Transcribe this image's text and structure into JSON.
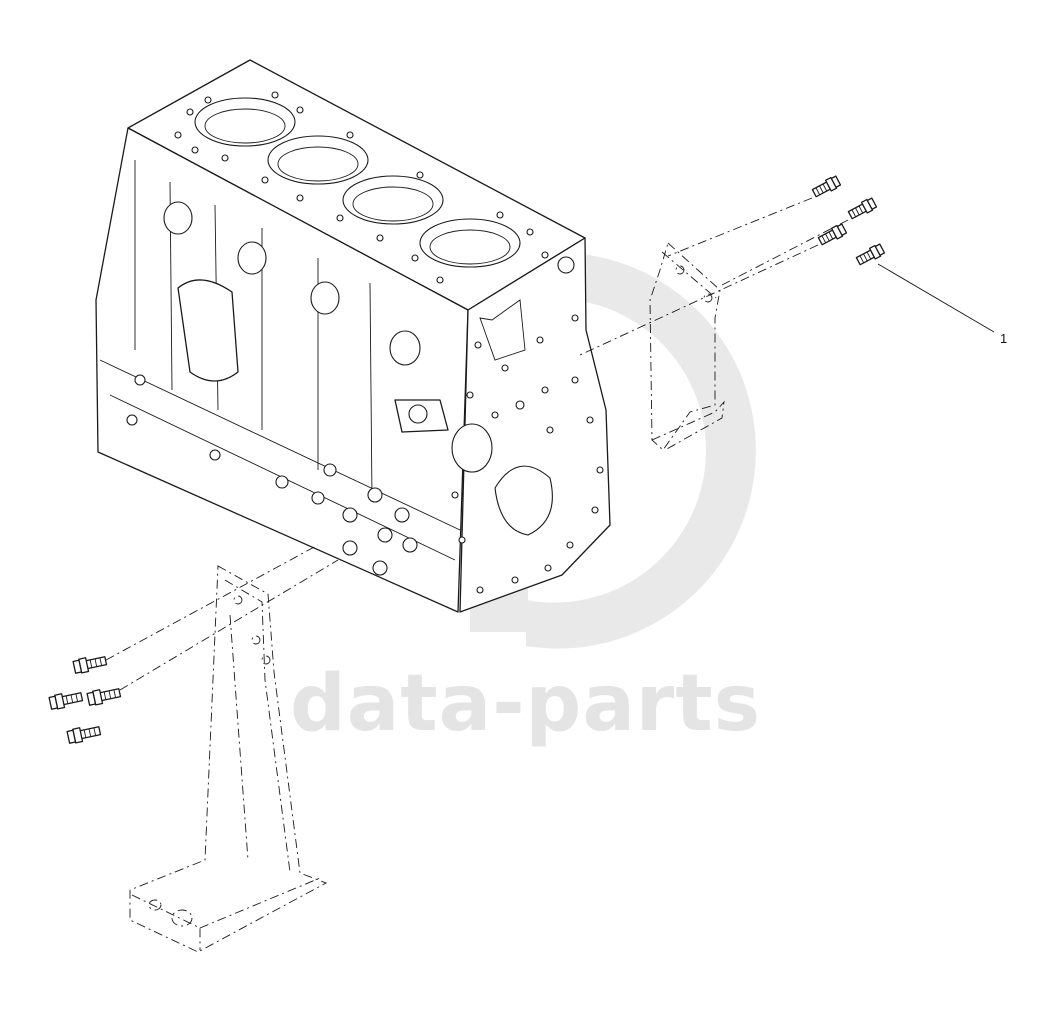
{
  "watermark": {
    "text": "data-parts"
  },
  "callouts": [
    {
      "label": "1",
      "target": "upper-bolt-group"
    }
  ]
}
